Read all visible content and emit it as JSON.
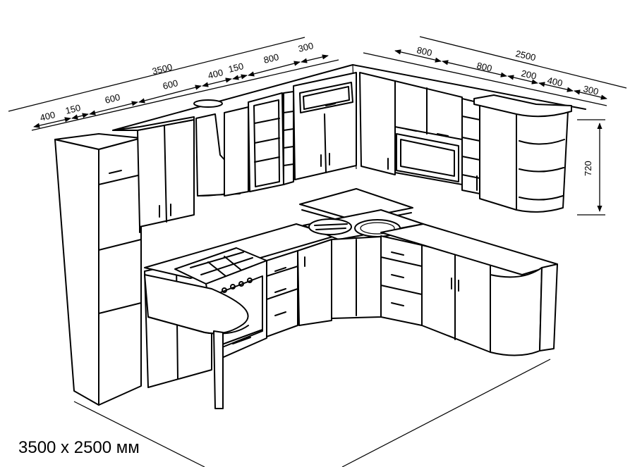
{
  "caption": "3500 x 2500 мм",
  "dimensions": {
    "left_wall": [
      "400",
      "150",
      "600",
      "600",
      "400",
      "150",
      "800",
      "300"
    ],
    "left_total": "3500",
    "right_wall": [
      "800",
      "800",
      "200",
      "400",
      "300"
    ],
    "right_total": "2500",
    "height": "720"
  },
  "colors": {
    "line": "#000000",
    "background": "#ffffff"
  }
}
